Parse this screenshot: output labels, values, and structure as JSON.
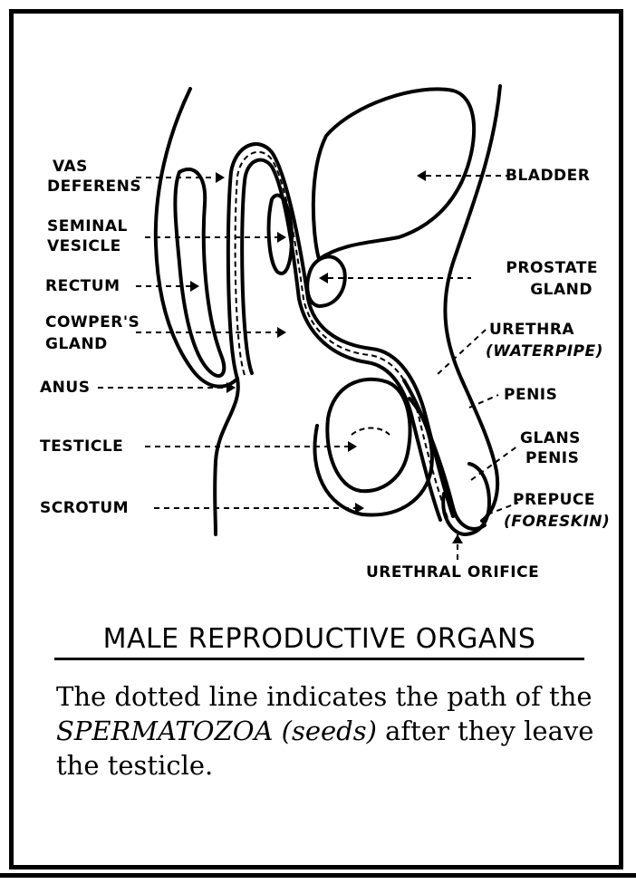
{
  "labels": {
    "vas_deferens_1": "VAS",
    "vas_deferens_2": "DEFERENS",
    "seminal_vesicle_1": "SEMINAL",
    "seminal_vesicle_2": "VESICLE",
    "rectum": "RECTUM",
    "cowpers_gland_1": "COWPER'S",
    "cowpers_gland_2": "GLAND",
    "anus": "ANUS",
    "testicle": "TESTICLE",
    "scrotum": "SCROTUM",
    "bladder": "BLADDER",
    "prostate_1": "PROSTATE",
    "prostate_2": "GLAND",
    "urethra_1": "URETHRA",
    "urethra_2": "(WATERPIPE)",
    "penis": "PENIS",
    "glans_1": "GLANS",
    "glans_2": "PENIS",
    "prepuce_1": "PREPUCE",
    "prepuce_2": "(FORESKIN)",
    "urethral_orifice": "URETHRAL ORIFICE"
  },
  "title": "MALE REPRODUCTIVE ORGANS",
  "caption": {
    "part1": "The dotted line indicates the path of the ",
    "emphasis": "SPERMATOZOA (seeds)",
    "part2": " after they leave the testicle."
  }
}
